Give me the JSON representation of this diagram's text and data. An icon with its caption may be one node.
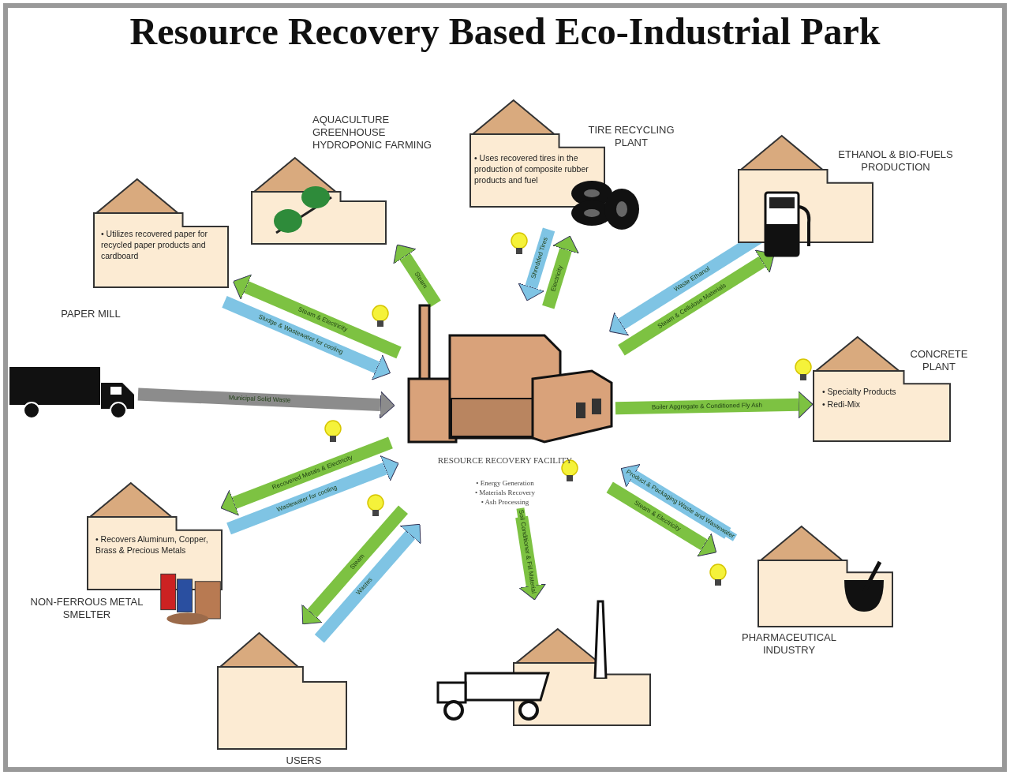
{
  "diagram": {
    "title": "Resource Recovery Based Eco-Industrial Park",
    "nodes": [
      {
        "text": [
          "RESOURCE RECOVERY FACILITY",
          "• Energy Generation",
          "• Materials Recovery",
          "• Ash Processing"
        ]
      },
      {
        "text": [
          "• Utilizes recovered paper for recycled paper products and cardboard",
          "PAPER MILL"
        ]
      },
      {
        "text": [
          "AQUACULTURE GREENHOUSE HYDROPONIC FARMING"
        ]
      },
      {
        "text": [
          "TIRE RECYCLING PLANT",
          "• Uses recovered tires in the production of composite rubber products and fuel"
        ]
      },
      {
        "text": [
          "ETHANOL & BIO-FUELS PRODUCTION"
        ]
      },
      {
        "text": [],
        "shape": "truck"
      },
      {
        "text": [
          "CONCRETE PLANT",
          "• Specialty Products",
          "• Redi-Mix"
        ]
      },
      {
        "text": [
          "• Recovers Aluminum, Copper, Brass & Precious Metals",
          "NON-FERROUS METAL SMELTER"
        ]
      },
      {
        "text": [
          "PHARMACEUTICAL INDUSTRY"
        ]
      },
      {
        "text": [
          "USERS"
        ]
      },
      {
        "text": [],
        "shape": "picture"
      }
    ],
    "edges": [
      {
        "from": 0,
        "to": 1,
        "arrow": "to",
        "label": "Steam & Electricity"
      },
      {
        "from": 1,
        "to": 0,
        "arrow": "to",
        "label": "Sludge & Wastewater for cooling",
        "color": "#7fc4e4"
      },
      {
        "from": 0,
        "to": 2,
        "arrow": "to",
        "label": "Steam"
      },
      {
        "from": 0,
        "to": 3,
        "arrow": "to",
        "label": "Electricity"
      },
      {
        "from": 3,
        "to": 0,
        "arrow": "to",
        "label": "Shredded Tires",
        "color": "#7fc4e4"
      },
      {
        "from": 0,
        "to": 4,
        "arrow": "to",
        "label": "Steam & Cellulose Materials"
      },
      {
        "from": 4,
        "to": 0,
        "arrow": "to",
        "label": "Waste Ethanol",
        "color": "#7fc4e4"
      },
      {
        "from": 5,
        "to": 0,
        "arrow": "to",
        "label": "Municipal Solid Waste",
        "color": "#8c8c8c"
      },
      {
        "from": 0,
        "to": 6,
        "arrow": "to",
        "label": "Boiler Aggregate & Conditioned Fly Ash"
      },
      {
        "from": 0,
        "to": 7,
        "arrow": "to",
        "label": "Recovered Metals & Electricity"
      },
      {
        "from": 7,
        "to": 0,
        "arrow": "to",
        "label": "Wastewater for cooling",
        "color": "#7fc4e4"
      },
      {
        "from": 0,
        "to": 9,
        "arrow": "to",
        "label": "Steam"
      },
      {
        "from": 9,
        "to": 0,
        "arrow": "to",
        "label": "Wastes",
        "color": "#7fc4e4"
      },
      {
        "from": 0,
        "to": 10,
        "arrow": "to",
        "label": "Soil Conditioner & Fill Material"
      },
      {
        "from": 0,
        "to": 8,
        "arrow": "to",
        "label": "Steam & Electricity"
      },
      {
        "from": 8,
        "to": 0,
        "arrow": "to",
        "label": "Product & Packaging Waste and Wastewater",
        "color": "#7fc4e4"
      }
    ]
  }
}
